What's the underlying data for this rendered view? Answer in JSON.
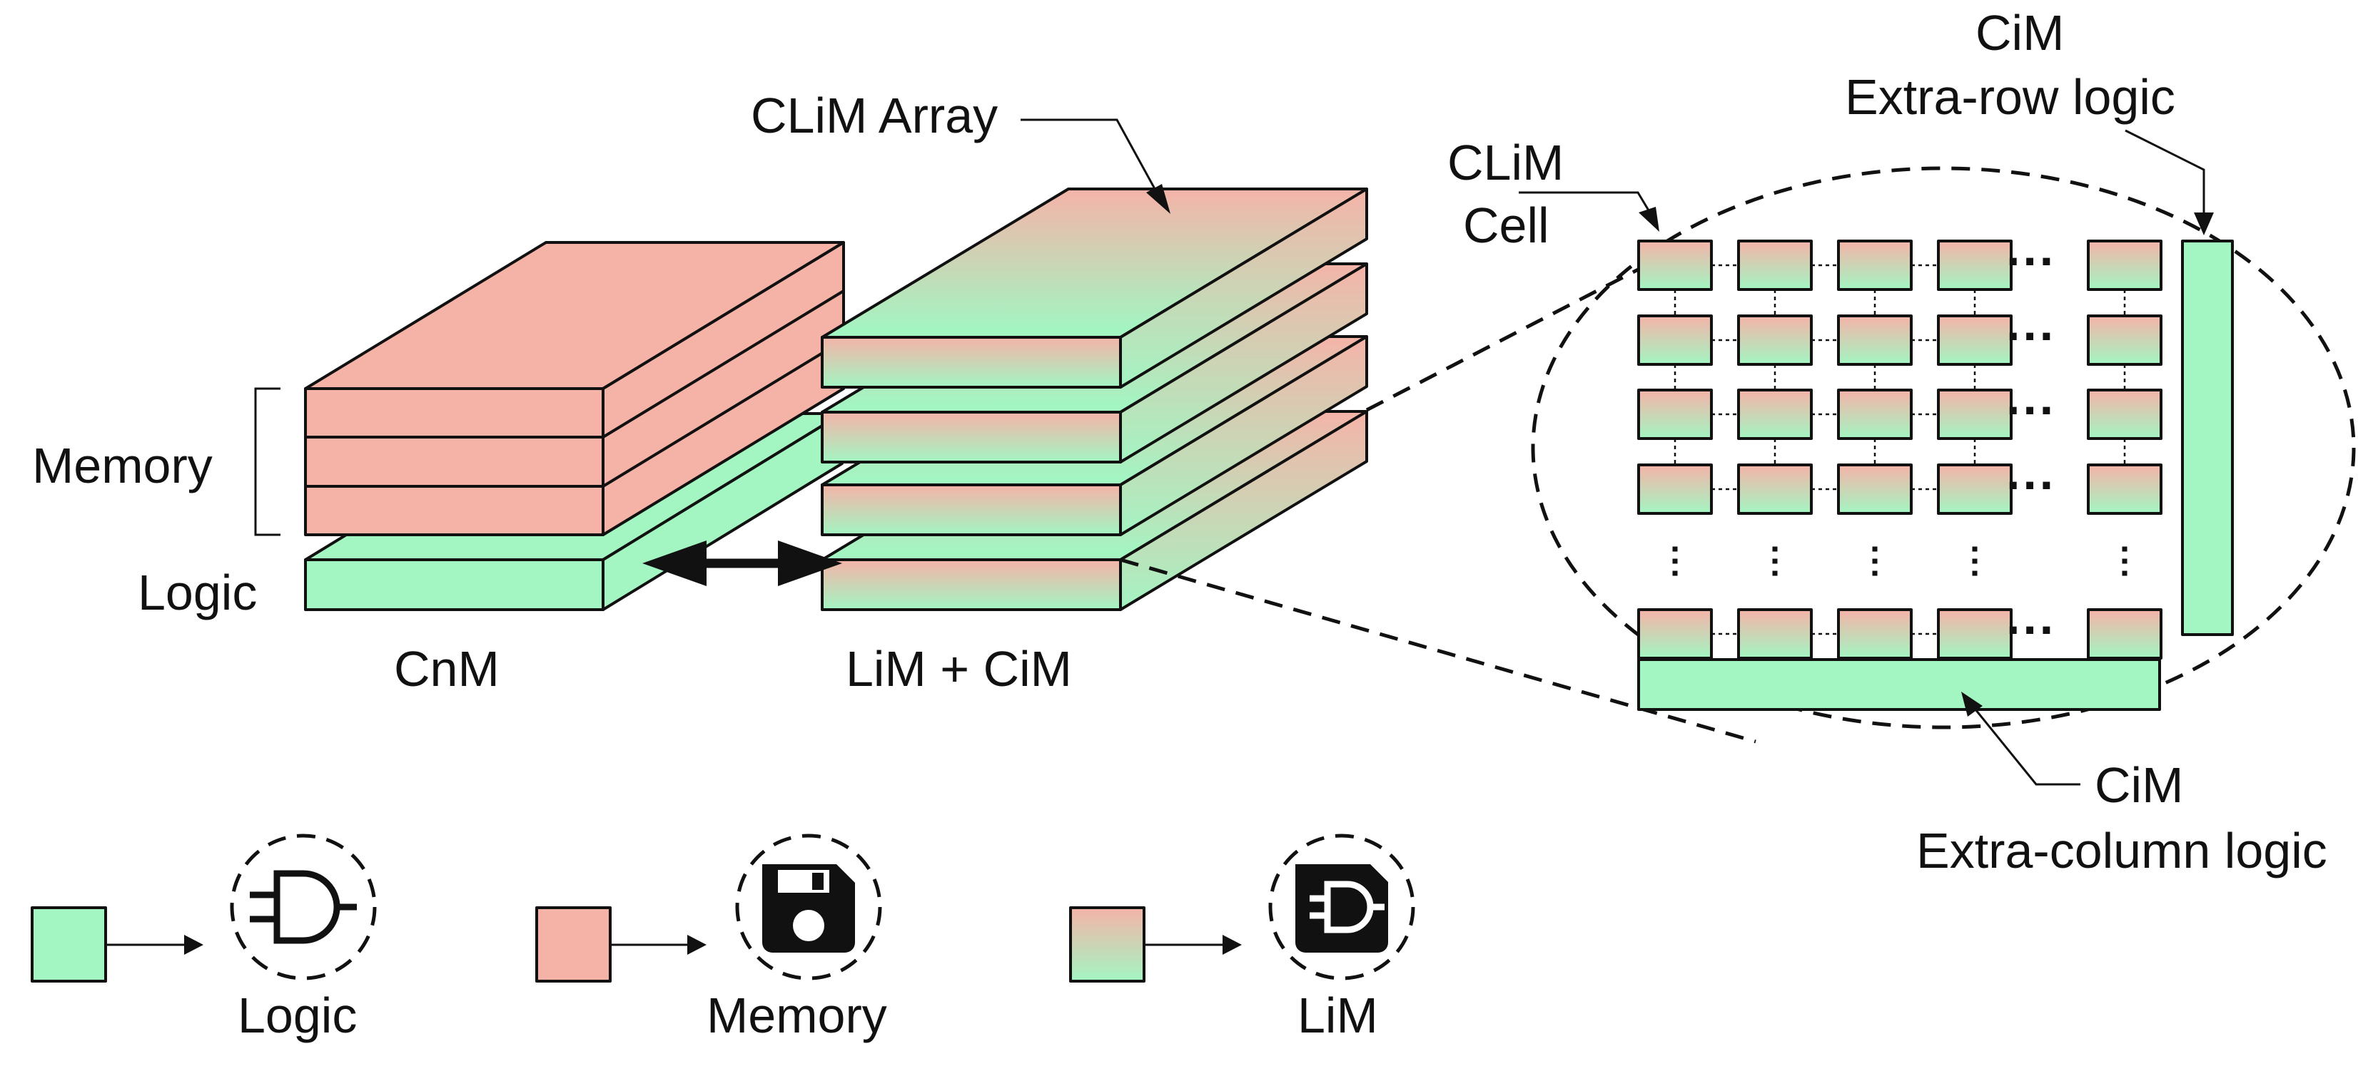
{
  "labels": {
    "clim_array": "CLiM Array",
    "memory_bracket": "Memory",
    "logic_layer": "Logic",
    "cnm": "CnM",
    "lim_cim": "LiM + CiM",
    "clim_cell_line1": "CLiM",
    "clim_cell_line2": "Cell",
    "cim_row_line1": "CiM",
    "cim_row_line2": "Extra-row logic",
    "cim_col_line1": "CiM",
    "cim_col_line2": "Extra-column logic",
    "ellipsis": "···"
  },
  "legend": [
    {
      "swatch": "logic",
      "icon": "and-gate-icon",
      "label": "Logic"
    },
    {
      "swatch": "memory",
      "icon": "floppy-disk-icon",
      "label": "Memory"
    },
    {
      "swatch": "lim",
      "icon": "lim-chip-icon",
      "label": "LiM"
    }
  ],
  "colors": {
    "logic": "#a3f5c2",
    "memory": "#f5b3a8",
    "lim_top": "#f5b3a8",
    "lim_bottom": "#a3f5c2",
    "stroke": "#111111"
  },
  "grid": {
    "rows_shown": 5,
    "cols_shown": 5
  }
}
